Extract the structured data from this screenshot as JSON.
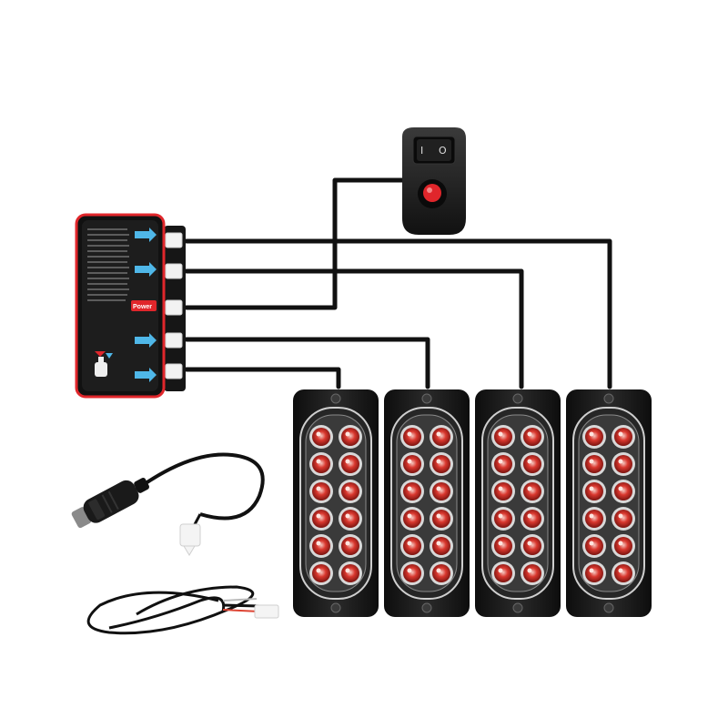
{
  "controller": {
    "power_label": "Power",
    "accent_color": "#e0262b",
    "arrow_color": "#4fb7e8"
  },
  "switch": {
    "off_glyph": "I",
    "on_glyph": "O",
    "button_color": "#e0262b"
  },
  "light_bar": {
    "lens_color": "#d9372e",
    "housing_color": "#1c1c1c",
    "count": 4,
    "leds_per_bar": 12
  },
  "colors": {
    "wire": "#111111",
    "background": "#ffffff"
  }
}
